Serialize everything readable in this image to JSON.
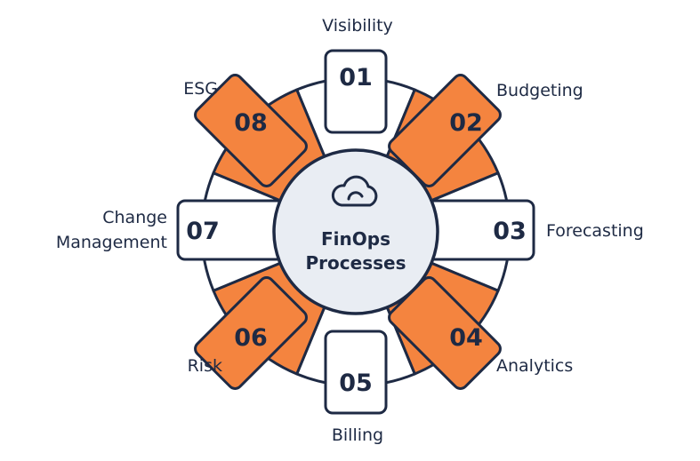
{
  "center": {
    "title_line1": "FinOps",
    "title_line2": "Processes",
    "icon": "cloud-icon"
  },
  "processes": [
    {
      "number": "01",
      "label": "Visibility",
      "style": "white"
    },
    {
      "number": "02",
      "label": "Budgeting",
      "style": "orange"
    },
    {
      "number": "03",
      "label": "Forecasting",
      "style": "white"
    },
    {
      "number": "04",
      "label": "Analytics",
      "style": "orange"
    },
    {
      "number": "05",
      "label": "Billing",
      "style": "white"
    },
    {
      "number": "06",
      "label": "Risk",
      "style": "orange"
    },
    {
      "number": "07",
      "label_line1": "Change",
      "label_line2": "Management",
      "style": "white"
    },
    {
      "number": "08",
      "label": "ESG",
      "style": "orange"
    }
  ],
  "colors": {
    "orange": "#F4843F",
    "navy": "#1E2A44",
    "center_fill": "#E9EDF3",
    "white": "#FFFFFF"
  }
}
